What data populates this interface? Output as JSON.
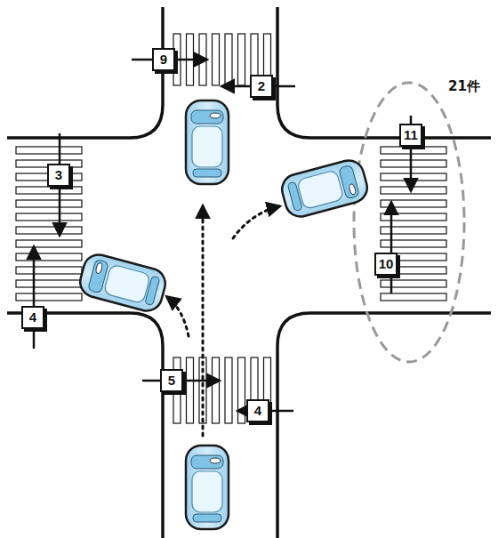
{
  "diagram": {
    "labels": [
      "9",
      "2",
      "3",
      "4",
      "11",
      "21件",
      "10",
      "5",
      "4"
    ]
  }
}
